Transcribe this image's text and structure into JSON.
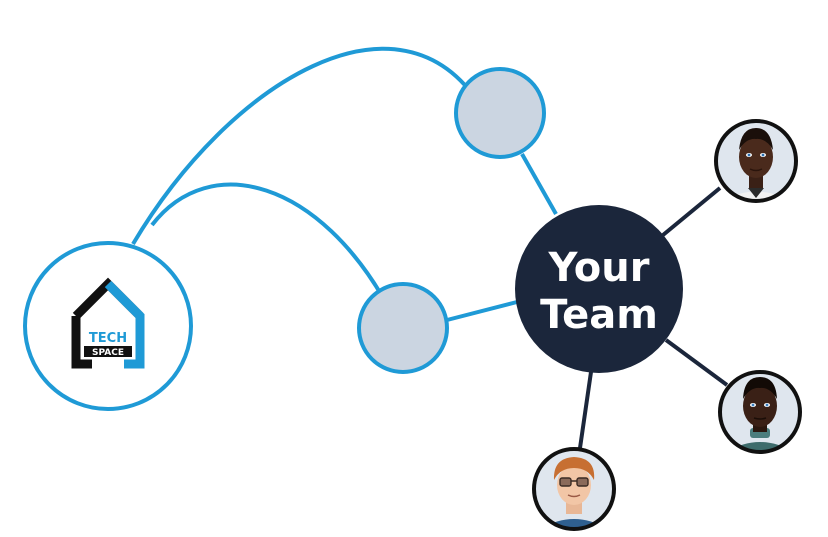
{
  "colors": {
    "accent": "#1f9ad6",
    "hub": "#1b263b",
    "node_fill": "#cbd5e1",
    "connector": "#1b263b"
  },
  "logo": {
    "line1": "TECH",
    "line2": "SPACE"
  },
  "hub": {
    "line1": "Your",
    "line2": "Team"
  },
  "members": [
    {
      "icon": "avatar-man-shirt-icon"
    },
    {
      "icon": "avatar-man-sweater-icon"
    },
    {
      "icon": "avatar-boy-glasses-icon"
    }
  ]
}
